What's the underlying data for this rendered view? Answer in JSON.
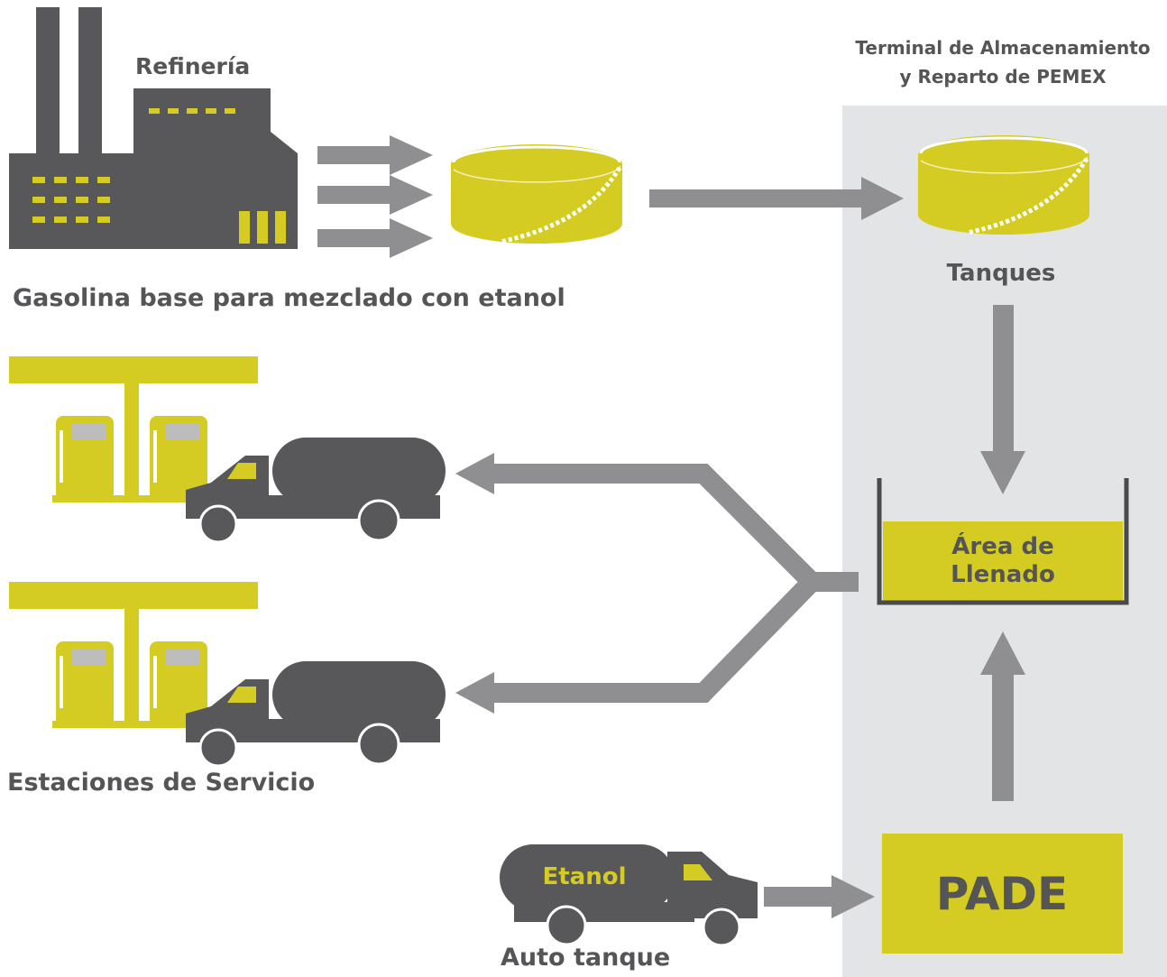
{
  "colors": {
    "accent": "#d4cc23",
    "dark": "#58585a",
    "arrow": "#8f8f91",
    "panel": "#e3e4e6",
    "text": "#555557",
    "inner_dark": "#4a4a4c",
    "window": "#bdbdbd"
  },
  "labels": {
    "refinery": "Refinería",
    "base_gasoline": "Gasolina base para mezclado con etanol",
    "terminal_line1": "Terminal de Almacenamiento",
    "terminal_line2": "y Reparto de PEMEX",
    "tanks": "Tanques",
    "fill_area_line1": "Área de",
    "fill_area_line2": "Llenado",
    "stations": "Estaciones de Servicio",
    "ethanol": "Etanol",
    "tanker_truck": "Auto tanque",
    "pade": "PADE"
  },
  "icons": [
    "factory-icon",
    "storage-tank-icon",
    "gas-station-icon",
    "tanker-truck-icon",
    "arrow-icon"
  ]
}
